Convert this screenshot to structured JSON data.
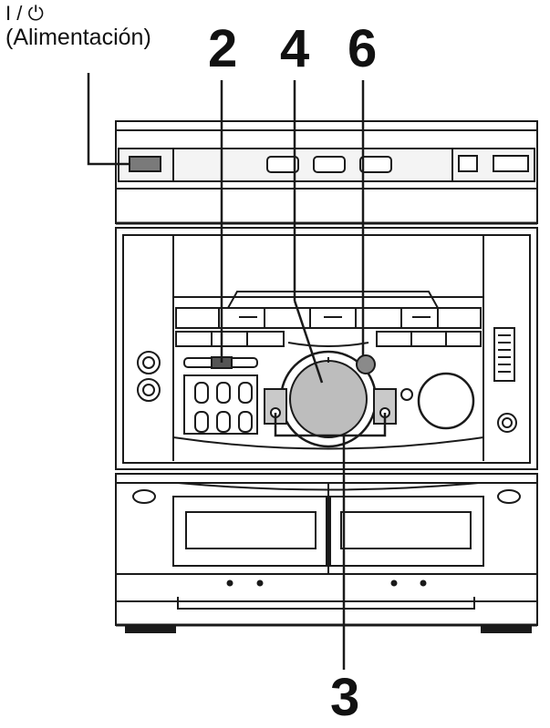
{
  "labels": {
    "power_symbol": "I / ⏻",
    "power_name": "(Alimentación)"
  },
  "callouts": {
    "c2": "2",
    "c4": "4",
    "c6": "6",
    "c3": "3"
  },
  "colors": {
    "line": "#1a1a1a",
    "panel_gray": "#c9c9c9",
    "dial_fill": "#bdbdbd",
    "background": "#ffffff"
  }
}
